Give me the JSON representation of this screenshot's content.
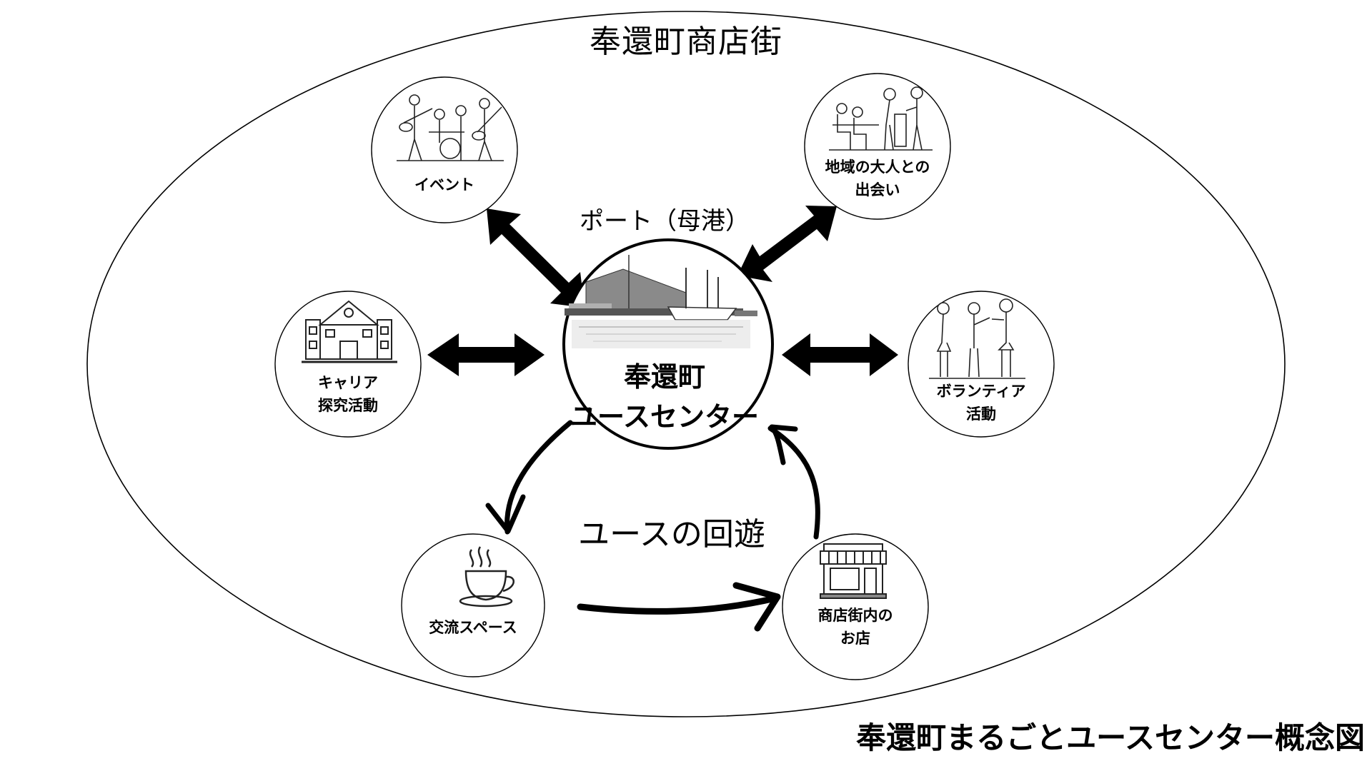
{
  "diagram": {
    "district_title": "奉還町商店街",
    "port_caption": "ポート（母港）",
    "loop_caption": "ユースの回遊",
    "figure_title": "奉還町まるごとユースセンター概念図",
    "center": {
      "line1": "奉還町",
      "line2": "ユースセンター",
      "icon": "harbor-ship-icon"
    },
    "nodes": [
      {
        "id": "event",
        "lines": [
          "イベント"
        ],
        "icon": "band-performance-icon"
      },
      {
        "id": "adults",
        "lines": [
          "地域の大人との",
          "出会い"
        ],
        "icon": "people-meeting-icon"
      },
      {
        "id": "career",
        "lines": [
          "キャリア",
          "探究活動"
        ],
        "icon": "school-building-icon"
      },
      {
        "id": "volunteer",
        "lines": [
          "ボランティア",
          "活動"
        ],
        "icon": "volunteers-icon"
      },
      {
        "id": "lounge",
        "lines": [
          "交流スペース"
        ],
        "icon": "coffee-cup-icon"
      },
      {
        "id": "shop",
        "lines": [
          "商店街内の",
          "お店"
        ],
        "icon": "storefront-icon"
      }
    ],
    "connections": [
      {
        "from": "center",
        "to": "event",
        "type": "bidirectional"
      },
      {
        "from": "center",
        "to": "adults",
        "type": "bidirectional"
      },
      {
        "from": "center",
        "to": "career",
        "type": "bidirectional"
      },
      {
        "from": "center",
        "to": "volunteer",
        "type": "bidirectional"
      },
      {
        "from": "center",
        "to": "lounge",
        "type": "curved-directed"
      },
      {
        "from": "lounge",
        "to": "shop",
        "type": "curved-directed"
      },
      {
        "from": "shop",
        "to": "center",
        "type": "curved-directed"
      }
    ],
    "colors": {
      "line": "#000000",
      "background": "#ffffff",
      "image_gray": "#6b6b6b"
    }
  }
}
